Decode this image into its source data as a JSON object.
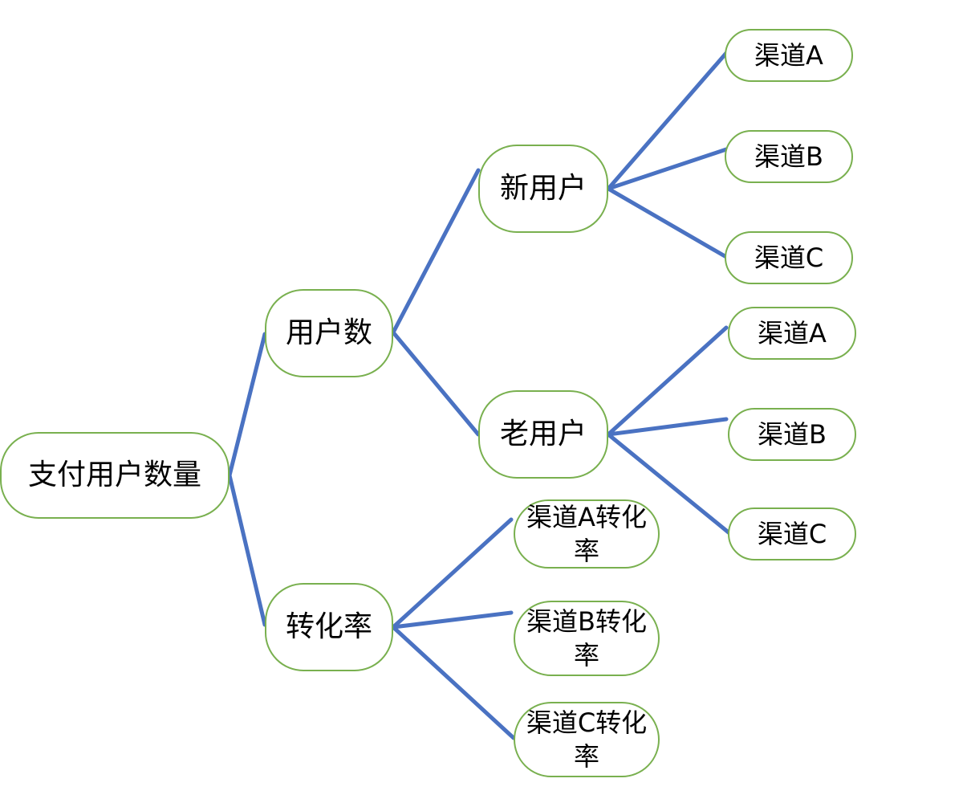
{
  "nodes": {
    "root": "支付用户数量",
    "users": "用户数",
    "conversion": "转化率",
    "new_users": "新用户",
    "old_users": "老用户",
    "new_channel_a": "渠道A",
    "new_channel_b": "渠道B",
    "new_channel_c": "渠道C",
    "old_channel_a": "渠道A",
    "old_channel_b": "渠道B",
    "old_channel_c": "渠道C",
    "conv_channel_a": "渠道A转化率",
    "conv_channel_b": "渠道B转化率",
    "conv_channel_c": "渠道C转化率"
  },
  "colors": {
    "node_border": "#79b04f",
    "edge": "#4a72c2",
    "text": "#000000",
    "background": "#ffffff"
  }
}
